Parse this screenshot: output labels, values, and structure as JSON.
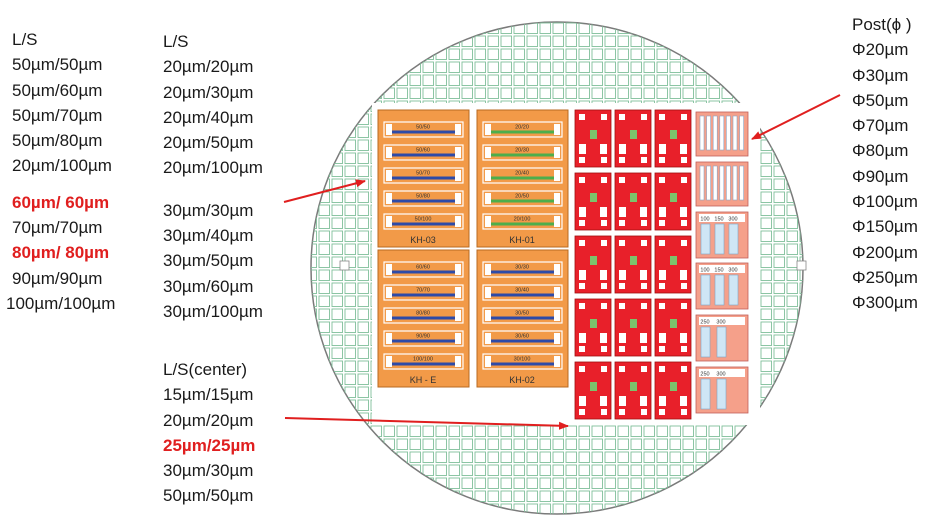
{
  "left_column": {
    "heading": "L/S",
    "group1": [
      "50µm/50µm",
      "50µm/60µm",
      "50µm/70µm",
      "50µm/80µm",
      "20µm/100µm"
    ],
    "group2": [
      {
        "text": "60µm/ 60µm",
        "highlight": true
      },
      {
        "text": "70µm/70µm",
        "highlight": false
      },
      {
        "text": "80µm/ 80µm",
        "highlight": true
      },
      {
        "text": "90µm/90µm",
        "highlight": false
      },
      {
        "text": "100µm/100µm",
        "highlight": false
      }
    ]
  },
  "middle_column": {
    "heading": "L/S",
    "group1": [
      "20µm/20µm",
      "20µm/30µm",
      "20µm/40µm",
      "20µm/50µm",
      "20µm/100µm"
    ],
    "group2": [
      "30µm/30µm",
      "30µm/40µm",
      "30µm/50µm",
      "30µm/60µm",
      "30µm/100µm"
    ]
  },
  "center_column": {
    "heading": "L/S(center)",
    "items": [
      {
        "text": "15µm/15µm",
        "highlight": false
      },
      {
        "text": "20µm/20µm",
        "highlight": false
      },
      {
        "text": "25µm/25µm",
        "highlight": true
      },
      {
        "text": "30µm/30µm",
        "highlight": false
      },
      {
        "text": "50µm/50µm",
        "highlight": false
      }
    ]
  },
  "post_column": {
    "heading": "Post(ϕ  )",
    "items": [
      "Φ20µm",
      "Φ30µm",
      "Φ50µm",
      "Φ70µm",
      "Φ80µm",
      "Φ90µm",
      "Φ100µm",
      "Φ150µm",
      "Φ200µm",
      "Φ250µm",
      "Φ300µm"
    ]
  },
  "wafer": {
    "block_labels": [
      "KH-03",
      "KH-01",
      "KH - E",
      "KH-02"
    ],
    "kh03_lines": [
      "50/50",
      "50/60",
      "50/70",
      "50/80",
      "50/100"
    ],
    "kh01_lines": [
      "20/20",
      "20/30",
      "20/40",
      "20/50",
      "20/100"
    ],
    "khe_lines": [
      "60/60",
      "70/70",
      "80/80",
      "90/90",
      "100/100"
    ],
    "kh02_lines": [
      "30/30",
      "30/40",
      "30/50",
      "30/60",
      "30/100"
    ],
    "post_pad_labels": [
      [
        "100",
        "150",
        "300"
      ],
      [
        "100",
        "150",
        "300"
      ],
      [
        "250",
        "300"
      ],
      [
        "250",
        "300"
      ]
    ]
  },
  "colors": {
    "grid": "#7fbf9a",
    "orange": "#f29a48",
    "red": "#e8202a",
    "salmon": "#f5a08a",
    "blue_line": "#2d4aa8",
    "green_line": "#4cae4c",
    "arrow": "#e01f1f"
  }
}
